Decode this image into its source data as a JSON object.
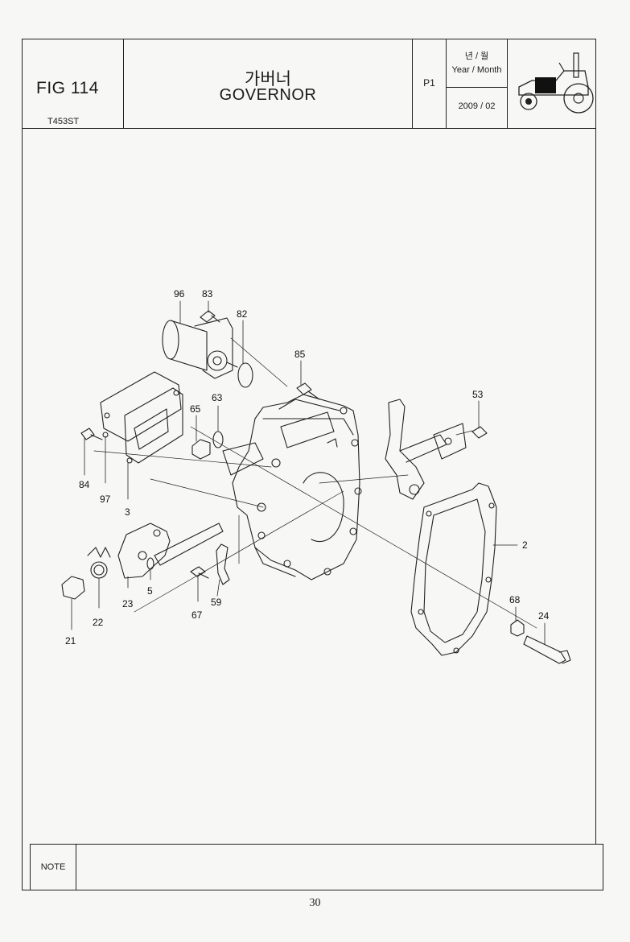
{
  "header": {
    "figure_label": "FIG 114",
    "model": "T453ST",
    "title_korean": "가버너",
    "title_english": "GOVERNOR",
    "page_code": "P1",
    "year_month_korean": "년 / 월",
    "year_month_english": "Year / Month",
    "date": "2009 / 02",
    "tractor_icon": "tractor-icon"
  },
  "diagram": {
    "callouts": [
      "96",
      "83",
      "82",
      "85",
      "63",
      "65",
      "53",
      "84",
      "97",
      "3",
      "2",
      "23",
      "5",
      "67",
      "59",
      "22",
      "21",
      "68",
      "24"
    ]
  },
  "note": {
    "label": "NOTE",
    "text": ""
  },
  "footer": {
    "page_number": "30"
  }
}
